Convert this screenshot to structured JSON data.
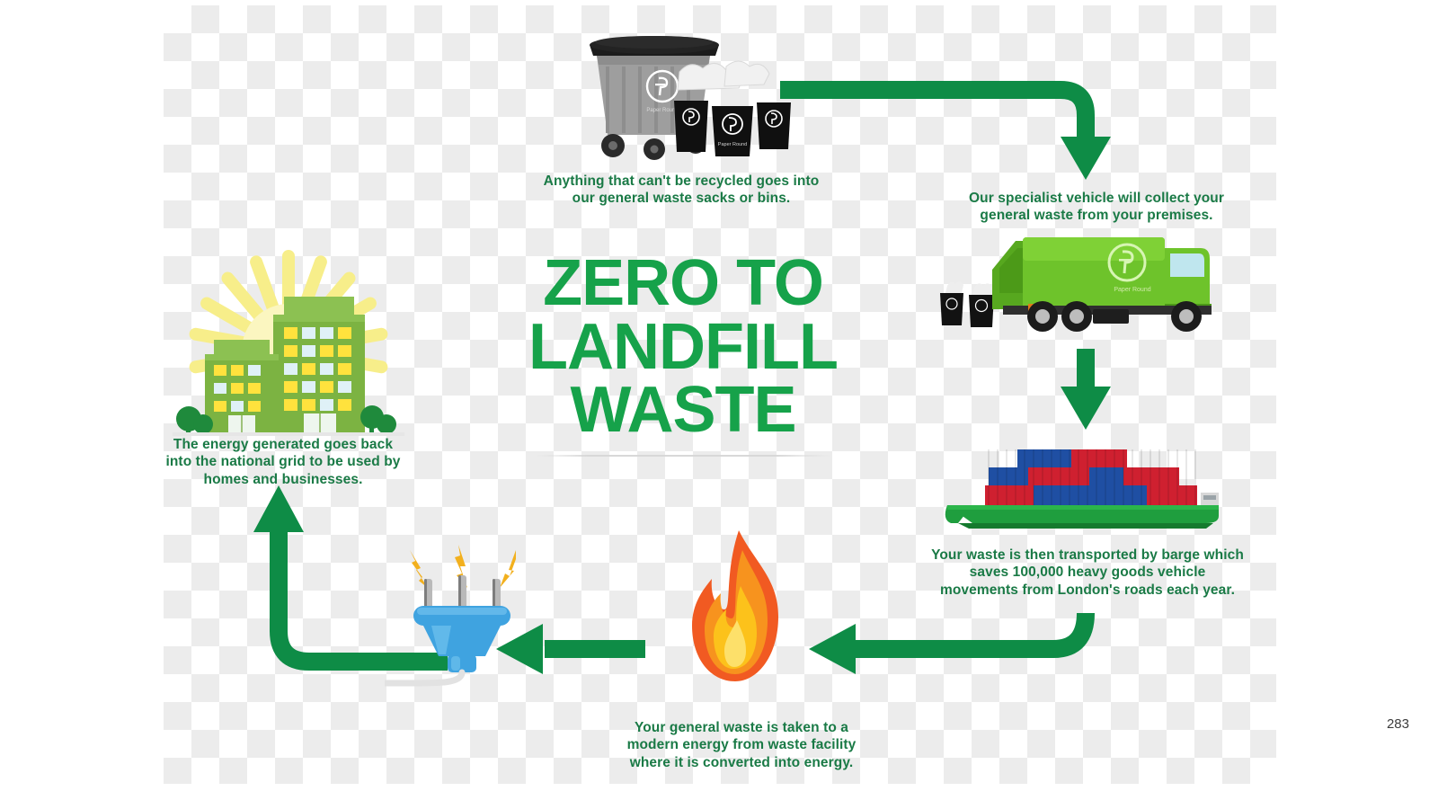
{
  "slide": {
    "page_number": "283",
    "background_color": "#ffffff",
    "accent_green": "#16A24A",
    "caption_green": "#1a7a46",
    "arrow_green": "#0E8C46"
  },
  "title": {
    "text": "ZERO TO\nLANDFILL\nWASTE",
    "color": "#16A24A"
  },
  "steps": [
    {
      "id": "general-waste-sacks",
      "caption": "Anything that can't be recycled goes into\nour general waste sacks or bins.",
      "illustration": "wheelie-bin-and-sacks"
    },
    {
      "id": "collection-vehicle",
      "caption": "Our specialist vehicle will collect your\ngeneral waste from your premises.",
      "illustration": "refuse-truck"
    },
    {
      "id": "barge-transport",
      "caption": "Your waste is then transported by barge which\nsaves 100,000 heavy goods vehicle\nmovements from London's roads each year.",
      "illustration": "container-barge"
    },
    {
      "id": "energy-from-waste",
      "caption": "Your general waste is taken to a\nmodern energy from waste facility\nwhere it is converted into energy.",
      "illustration": "flame"
    },
    {
      "id": "national-grid",
      "caption": "The energy generated goes back\ninto the national grid to be used by\nhomes and businesses.",
      "illustration": "buildings-with-sun"
    }
  ],
  "illustration_colors": {
    "bin_body": "#9a9a9a",
    "bin_lid": "#1c1c1c",
    "sack": "#121212",
    "truck_body": "#6ec32b",
    "truck_cab": "#7fd136",
    "barge_hull": "#1f9e3e",
    "container_blue": "#1f4fa3",
    "container_red": "#cf2030",
    "flame_outer": "#f05a1e",
    "flame_inner": "#fcc21b",
    "plug_body": "#3fa3e0",
    "spark": "#f2b01e",
    "building": "#7cb342",
    "window_yellow": "#ffe23d",
    "window_pale": "#dff1f7",
    "sun": "#f7ee8a"
  }
}
